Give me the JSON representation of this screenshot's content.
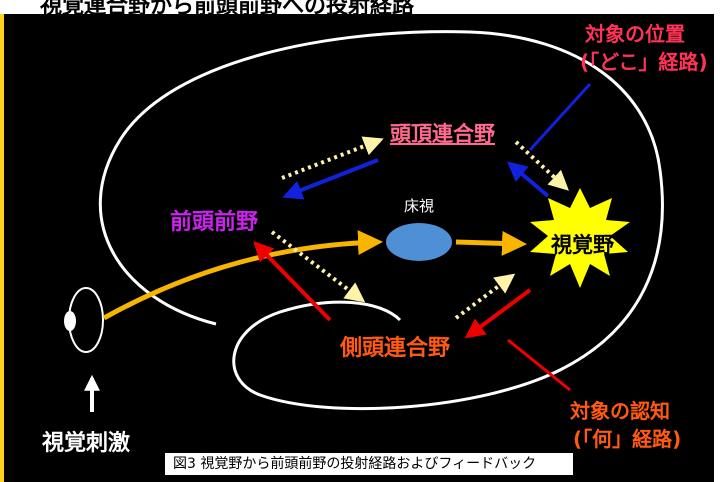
{
  "header_fragment": "視覚連合野から前頭前野への投射経路",
  "labels": {
    "parietal": "頭頂連合野",
    "frontal": "前頭前野",
    "thalamus": "床視",
    "visual_cortex": "視覚野",
    "temporal": "側頭連合野",
    "where_line1": "対象の位置",
    "where_line2": "(「どこ」経路)",
    "what_line1": "対象の認知",
    "what_line2": "(「何」経路)",
    "stimulus": "視覚刺激"
  },
  "caption": "図3 視覚野から前頭前野の投射経路およびフィードバック",
  "colors": {
    "background": "#000000",
    "outline": "#ffffff",
    "yellow_path": "#f7b500",
    "blue_arrow": "#1122dd",
    "red_arrow": "#ee0000",
    "dotted_arrow": "#fff3a8",
    "star": "#ffff00",
    "thalamus": "#4e8fd6"
  }
}
